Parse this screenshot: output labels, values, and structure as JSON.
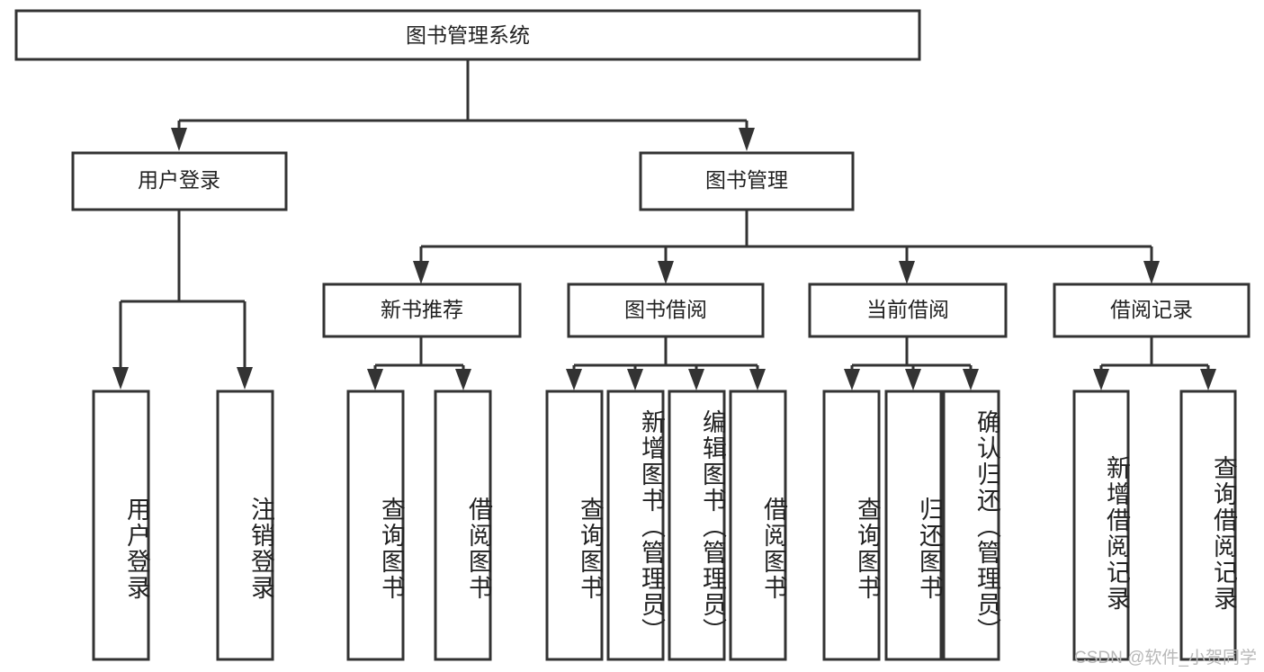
{
  "diagram": {
    "title": "图书管理系统",
    "type": "tree-hierarchy",
    "watermark": "CSDN @软件_小贺同学",
    "colors": {
      "box_stroke": "#333333",
      "box_fill": "#ffffff",
      "text": "#222222",
      "watermark": "#b8b8b8",
      "background": "#ffffff"
    },
    "levels": {
      "root": {
        "label": "图书管理系统"
      },
      "level2": [
        {
          "label": "用户登录"
        },
        {
          "label": "图书管理"
        }
      ],
      "level3": [
        {
          "label": "新书推荐"
        },
        {
          "label": "图书借阅"
        },
        {
          "label": "当前借阅"
        },
        {
          "label": "借阅记录"
        }
      ],
      "leaves": [
        {
          "label": "用户登录",
          "parent": "用户登录"
        },
        {
          "label": "注销登录",
          "parent": "用户登录"
        },
        {
          "label": "查询图书",
          "parent": "新书推荐"
        },
        {
          "label": "借阅图书",
          "parent": "新书推荐"
        },
        {
          "label": "查询图书",
          "parent": "图书借阅"
        },
        {
          "label": "新增图书（管理员）",
          "parent": "图书借阅"
        },
        {
          "label": "编辑图书（管理员）",
          "parent": "图书借阅"
        },
        {
          "label": "借阅图书",
          "parent": "图书借阅"
        },
        {
          "label": "查询图书",
          "parent": "当前借阅"
        },
        {
          "label": "归还图书",
          "parent": "当前借阅"
        },
        {
          "label": "确认归还（管理员）",
          "parent": "当前借阅"
        },
        {
          "label": "新增借阅记录",
          "parent": "借阅记录"
        },
        {
          "label": "查询借阅记录",
          "parent": "借阅记录"
        }
      ]
    }
  }
}
